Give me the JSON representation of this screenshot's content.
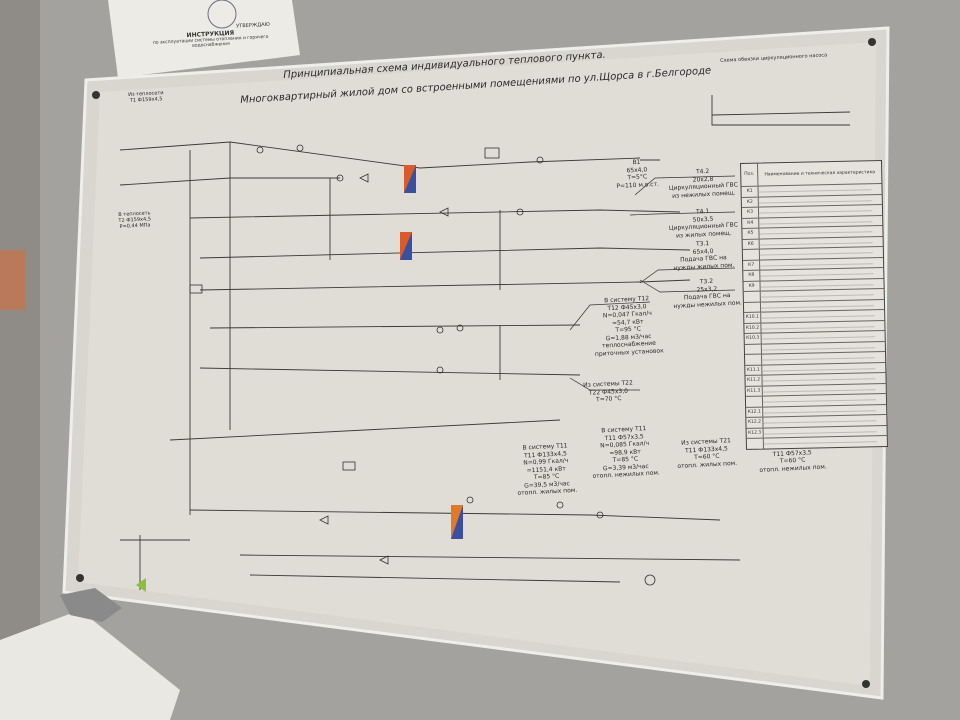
{
  "board": {
    "title_line1": "Принципиальная схема индивидуального теплового пункта.",
    "title_line2": "Многоквартирный жилой дом со встроенными помещениями по ул.Щорса в г.Белгороде",
    "top_right_caption": "Схема обвязки циркуляционного насоса"
  },
  "labels": {
    "b1": [
      "В1",
      "65x4,0",
      "T=5°C",
      "P=110 м.в.ст."
    ],
    "t42": [
      "Т4.2",
      "20x2,8",
      "Циркуляционный ГВС",
      "из нежилых помещ."
    ],
    "t41": [
      "Т4.1",
      "50x3,5",
      "Циркуляционный ГВС",
      "из жилых помещ."
    ],
    "t31": [
      "Т3.1",
      "65x4,0",
      "Подача ГВС на",
      "нужды жилых пом."
    ],
    "t32": [
      "Т3.2",
      "25x3,2",
      "Подача ГВС на",
      "нужды нежилых пом."
    ],
    "t12": [
      "В систему Т12",
      "Т12 Ф45x3,0",
      "N=0,047 Гкал/ч",
      "=54,7 кВт",
      "T=95 °C",
      "G=1,88 м3/час",
      "теплоснабжение",
      "приточных установок"
    ],
    "t22": [
      "Из системы Т22",
      "Т22 Ф45x3,0",
      "T=70 °C"
    ],
    "t11a": [
      "В систему Т11",
      "Т11 Ф133x4,5",
      "N=0,99 Гкал/ч",
      "=1151,4 кВт",
      "T=85 °C",
      "G=39,5 м3/час",
      "отопл. жилых пом."
    ],
    "t11b": [
      "В систему Т11",
      "Т11 Ф57x3,5",
      "N=0,085 Гкал/ч",
      "=98,9 кВт",
      "T=85 °C",
      "G=3,39 м3/час",
      "отопл. нежилых пом."
    ],
    "t21a": [
      "Из системы Т21",
      "Т11 Ф133x4,5",
      "T=60 °C",
      "отопл. жилых пом."
    ],
    "t21b": [
      "Из системы Т21",
      "Т11 Ф57x3,5",
      "T=60 °C",
      "отопл. нежилых пом."
    ],
    "inlet": [
      "В теплосеть",
      "Т2 Ф159x4,5",
      "P=0,44 МПа"
    ],
    "supply": [
      "Из теплосети",
      "Т1 Ф159x4,5"
    ]
  },
  "legend_table": {
    "header_pos": "Поз.",
    "header_name": "Наименование и техническая характеристика",
    "rows": [
      "К1",
      "К2",
      "К3",
      "К4",
      "К5",
      "К6",
      "",
      "К7",
      "К8",
      "К9",
      "",
      "",
      "К10.1",
      "К10.2",
      "К10.3",
      "",
      "",
      "К11.1",
      "К11.2",
      "К11.3",
      "",
      "К12.1",
      "К12.2",
      "К12.3",
      ""
    ]
  },
  "sheet": {
    "approved": "УТВЕРЖДАЮ",
    "heading": "ИНСТРУКЦИЯ",
    "subheading": "по эксплуатации системы отопления и горячего водоснабжения"
  }
}
